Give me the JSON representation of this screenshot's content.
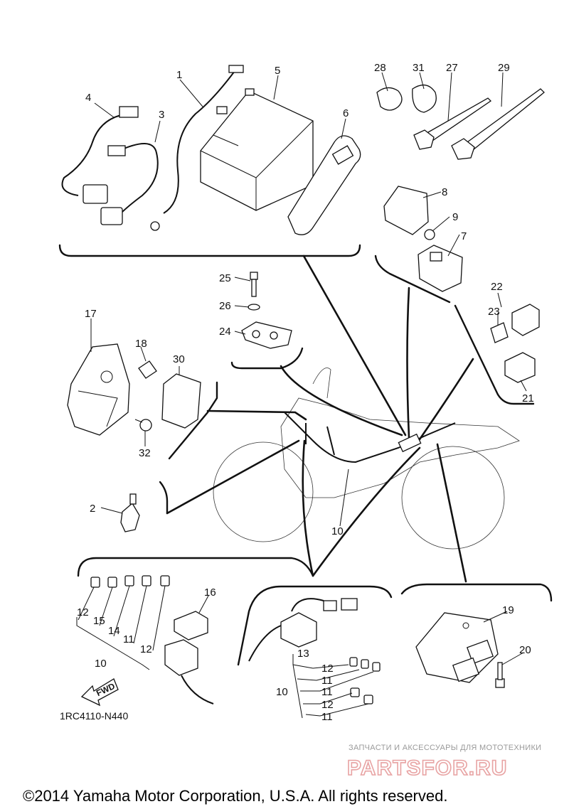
{
  "diagram_code": "1RC4110-N440",
  "fwd_label": "FWD",
  "copyright": "©2014 Yamaha Motor Corporation, U.S.A. All rights reserved.",
  "watermark": {
    "tagline": "ЗАПЧАСТИ И АКСЕССУАРЫ ДЛЯ МОТОТЕХНИКИ",
    "brand": "PARTSFOR.RU"
  },
  "callouts": {
    "c1": "1",
    "c2": "2",
    "c3": "3",
    "c4": "4",
    "c5": "5",
    "c6": "6",
    "c7": "7",
    "c8": "8",
    "c9": "9",
    "c10a": "10",
    "c10b": "10",
    "c10c": "10",
    "c11a": "11",
    "c11b": "11",
    "c11c": "11",
    "c11d": "11",
    "c12a": "12",
    "c12b": "12",
    "c12c": "12",
    "c12d": "12",
    "c13": "13",
    "c14": "14",
    "c15": "15",
    "c16": "16",
    "c17": "17",
    "c18": "18",
    "c19": "19",
    "c20": "20",
    "c21": "21",
    "c22": "22",
    "c23": "23",
    "c24": "24",
    "c25": "25",
    "c26": "26",
    "c27": "27",
    "c28": "28",
    "c29": "29",
    "c30": "30",
    "c31": "31",
    "c32": "32"
  }
}
